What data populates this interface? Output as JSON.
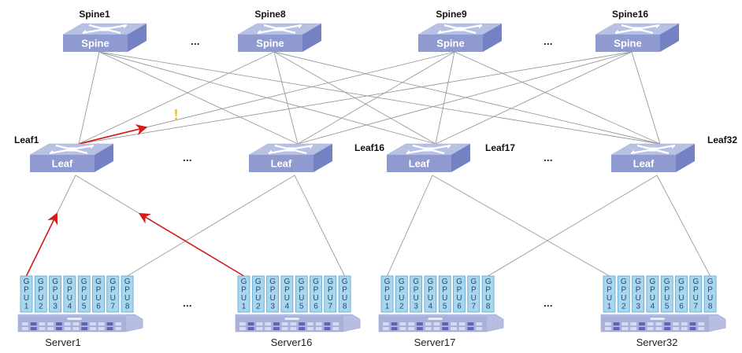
{
  "diagram": {
    "type": "spine-leaf network topology",
    "colors": {
      "switch_top": "#b7c1e4",
      "switch_front": "#8f9bd0",
      "switch_side": "#7481c2",
      "switch_label": "#ffffff",
      "gpu_fill": "#a9d6ee",
      "gpu_border": "#5fa6cf",
      "link": "#9a9a9a",
      "flow_arrow": "#d41a1a",
      "warning": "#f2c018"
    },
    "ellipsis": "...",
    "spines": [
      {
        "id": "spine1",
        "name": "Spine1",
        "label": "Spine"
      },
      {
        "id": "spine8",
        "name": "Spine8",
        "label": "Spine"
      },
      {
        "id": "spine9",
        "name": "Spine9",
        "label": "Spine"
      },
      {
        "id": "spine16",
        "name": "Spine16",
        "label": "Spine"
      }
    ],
    "leaves": [
      {
        "id": "leaf1",
        "name": "Leaf1",
        "label": "Leaf"
      },
      {
        "id": "leaf16",
        "name": "Leaf16",
        "label": "Leaf"
      },
      {
        "id": "leaf17",
        "name": "Leaf17",
        "label": "Leaf"
      },
      {
        "id": "leaf32",
        "name": "Leaf32",
        "label": "Leaf"
      }
    ],
    "servers": [
      {
        "id": "server1",
        "name": "Server1",
        "gpus": [
          "GPU1",
          "GPU2",
          "GPU3",
          "GPU4",
          "GPU5",
          "GPU6",
          "GPU7",
          "GPU8"
        ]
      },
      {
        "id": "server16",
        "name": "Server16",
        "gpus": [
          "GPU1",
          "GPU2",
          "GPU3",
          "GPU4",
          "GPU5",
          "GPU6",
          "GPU7",
          "GPU8"
        ]
      },
      {
        "id": "server17",
        "name": "Server17",
        "gpus": [
          "GPU1",
          "GPU2",
          "GPU3",
          "GPU4",
          "GPU5",
          "GPU6",
          "GPU7",
          "GPU8"
        ]
      },
      {
        "id": "server32",
        "name": "Server32",
        "gpus": [
          "GPU1",
          "GPU2",
          "GPU3",
          "GPU4",
          "GPU5",
          "GPU6",
          "GPU7",
          "GPU8"
        ]
      }
    ],
    "links": {
      "spine_leaf": "full-mesh (every spine to every leaf)",
      "leaf_server": [
        {
          "leaf": "leaf1",
          "server": "server1",
          "gpu": 1
        },
        {
          "leaf": "leaf1",
          "server": "server16",
          "gpu": 1
        },
        {
          "leaf": "leaf16",
          "server": "server1",
          "gpu": 8
        },
        {
          "leaf": "leaf16",
          "server": "server16",
          "gpu": 8
        },
        {
          "leaf": "leaf17",
          "server": "server17",
          "gpu": 1
        },
        {
          "leaf": "leaf17",
          "server": "server32",
          "gpu": 1
        },
        {
          "leaf": "leaf32",
          "server": "server17",
          "gpu": 8
        },
        {
          "leaf": "leaf32",
          "server": "server32",
          "gpu": 8
        }
      ]
    },
    "traffic_flows": [
      {
        "from": "server1.GPU1",
        "to": "leaf1",
        "highlighted": true
      },
      {
        "from": "server16.GPU1",
        "to": "leaf1",
        "highlighted": true
      },
      {
        "from": "leaf1",
        "to": "spine9",
        "highlighted": true,
        "warning": "!"
      }
    ],
    "warning_symbol": "!"
  }
}
